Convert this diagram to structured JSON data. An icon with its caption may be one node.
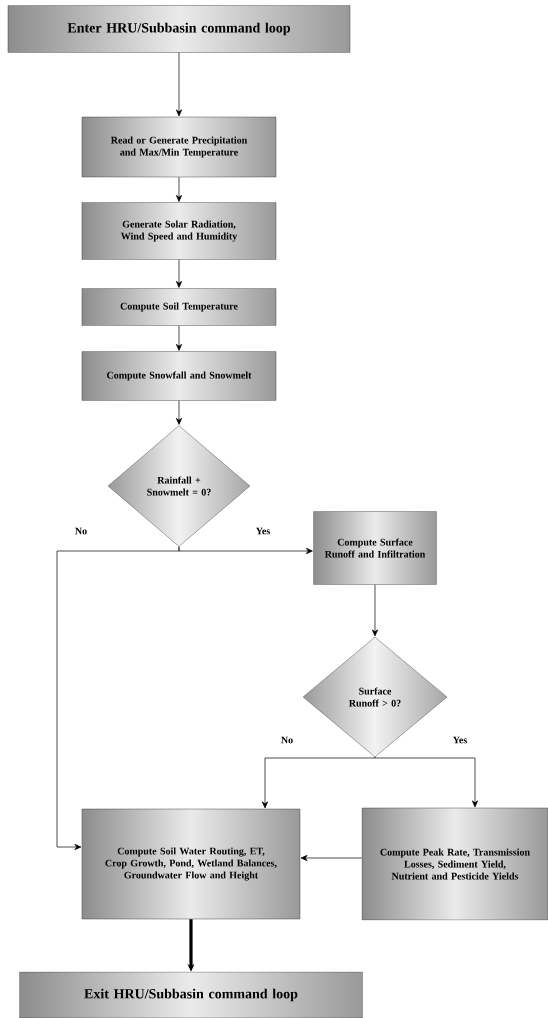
{
  "diagram": {
    "nodes": [
      {
        "text": [
          "Enter HRU/Subbasin command loop"
        ]
      },
      {
        "text": [
          "Read or Generate Precipitation and Max/Min Temperature"
        ]
      },
      {
        "text": [
          "Generate Solar Radiation, Wind Speed and Humidity"
        ]
      },
      {
        "text": [
          "Compute Soil Temperature"
        ]
      },
      {
        "text": [
          "Compute Snowfall and Snowmelt"
        ]
      },
      {
        "text": [
          "Rainfall + Snowmelt = 0?"
        ]
      },
      {
        "text": [
          "Compute Surface Runoff and Infiltration"
        ]
      },
      {
        "text": [
          "Surface Runoff > 0?"
        ]
      },
      {
        "text": [
          "Compute Soil Water Routing, ET, Crop Growth, Pond, Wetland Balances, Groundwater Flow and Height"
        ]
      },
      {
        "text": [
          "Compute Peak Rate, Transmission Losses, Sediment Yield, Nutrient and Pesticide Yields"
        ]
      },
      {
        "text": [
          "Exit HRU/Subbasin command loop"
        ]
      }
    ],
    "edges": [
      {
        "from": 0,
        "to": 1,
        "arrow": "to"
      },
      {
        "from": 1,
        "to": 2,
        "arrow": "to"
      },
      {
        "from": 2,
        "to": 3,
        "arrow": "to"
      },
      {
        "from": 3,
        "to": 4,
        "arrow": "to"
      },
      {
        "from": 4,
        "to": 5,
        "arrow": "to"
      },
      {
        "from": 5,
        "to": 8,
        "arrow": "to",
        "label": "No"
      },
      {
        "from": 5,
        "to": 6,
        "arrow": "to",
        "label": "Yes"
      },
      {
        "from": 6,
        "to": 7,
        "arrow": "to"
      },
      {
        "from": 7,
        "to": 8,
        "arrow": "to",
        "label": "No"
      },
      {
        "from": 7,
        "to": 9,
        "arrow": "to",
        "label": "Yes"
      },
      {
        "from": 9,
        "to": 8,
        "arrow": "to"
      },
      {
        "from": 8,
        "to": 10,
        "arrow": "to",
        "style": "thick"
      }
    ]
  }
}
